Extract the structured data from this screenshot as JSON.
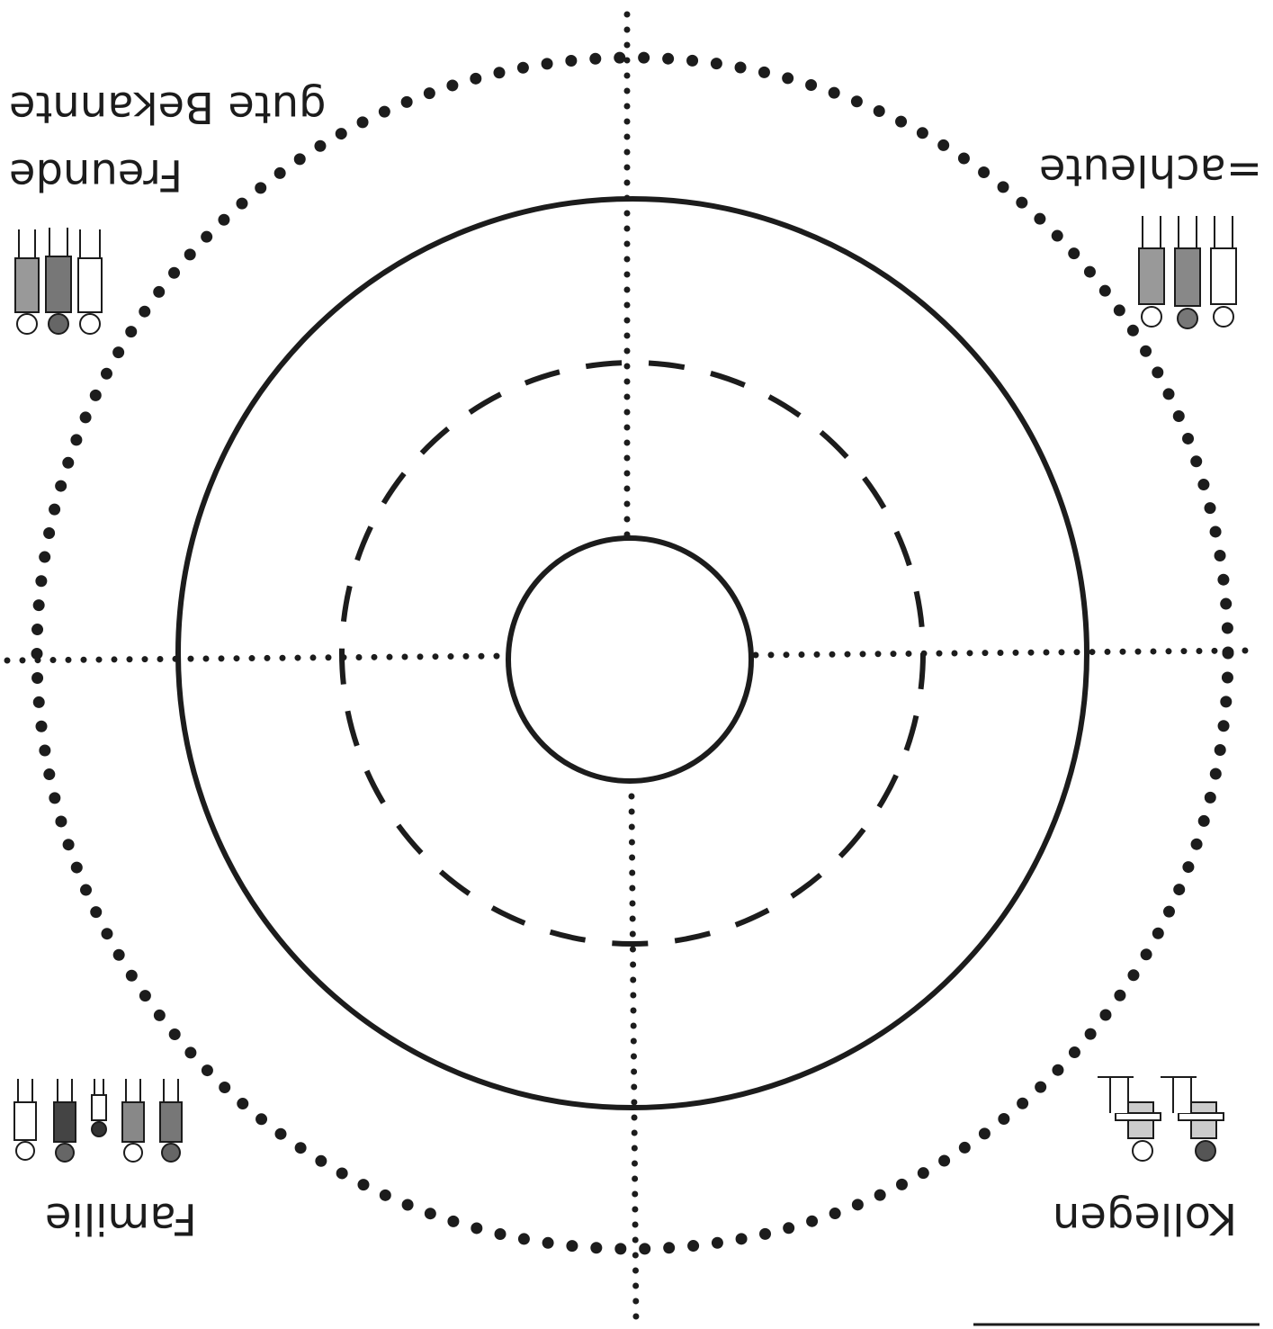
{
  "labels": {
    "friends": "Freunde",
    "acquaintances": "gute Bekannte",
    "professionals": "=achleute",
    "family": "Familie",
    "colleagues": "Kollegen"
  },
  "icons": {
    "friends": "friends-group-icon",
    "professionals": "professionals-group-icon",
    "family": "family-group-icon",
    "colleagues": "colleagues-desk-icon"
  },
  "colors": {
    "ink": "#1c1c1c",
    "background": "#ffffff"
  }
}
